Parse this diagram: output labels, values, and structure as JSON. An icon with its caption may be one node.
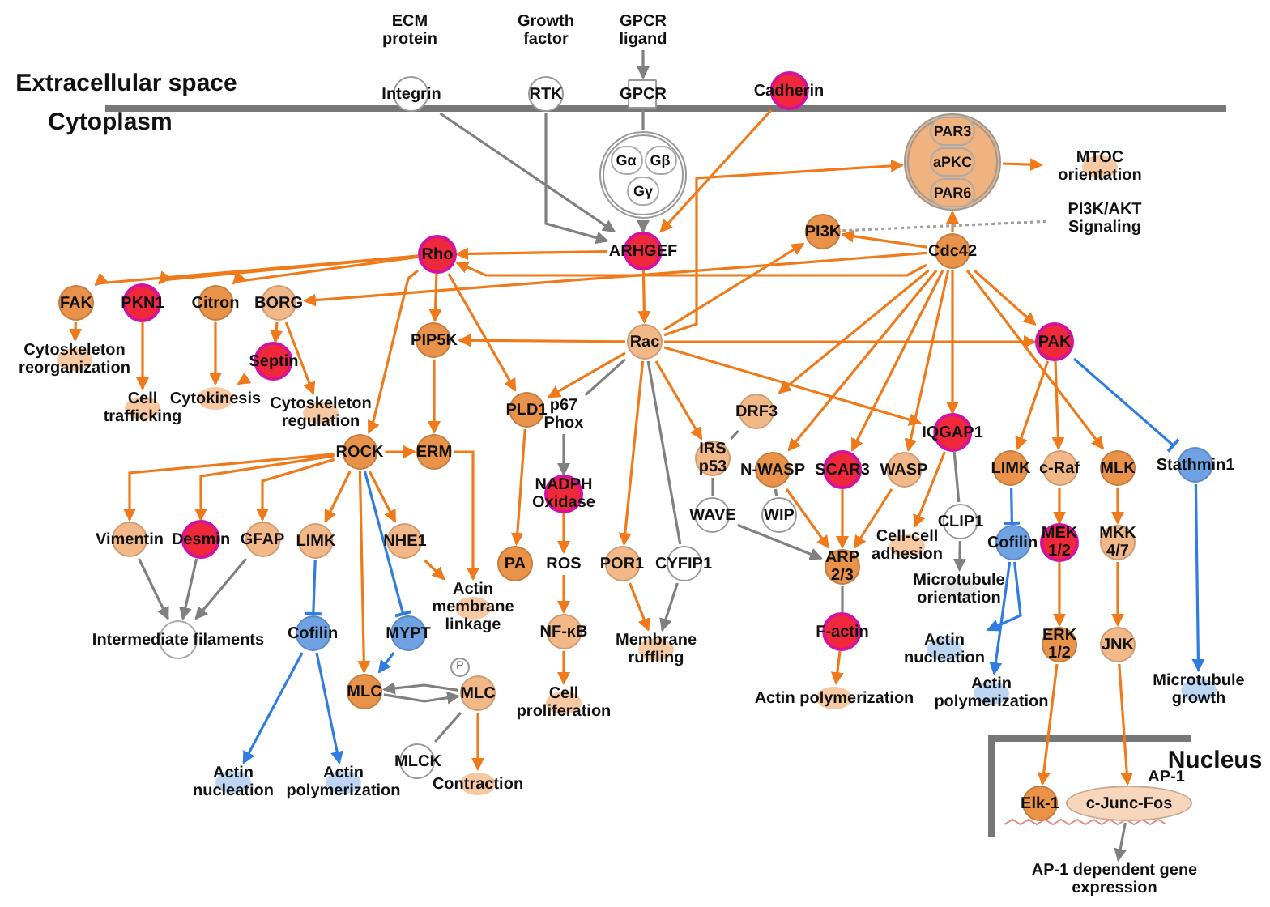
{
  "diagram": {
    "nodes": [
      {
        "text": [
          "Integrin"
        ]
      },
      {
        "text": [
          "RTK"
        ]
      },
      {
        "text": [
          "GPCR ligand"
        ]
      },
      {
        "text": [
          "GPCR"
        ]
      },
      {
        "text": [
          "Cadherin"
        ]
      },
      {
        "text": [
          "Gα",
          "Gβ",
          "Gγ"
        ]
      },
      {
        "text": [
          "ARHGEF"
        ]
      },
      {
        "text": [
          "PAR3",
          "aPKC",
          "PAR6"
        ]
      },
      {
        "text": [
          "MTOC orientation"
        ]
      },
      {
        "text": [
          "PI3K/AKT Signaling"
        ]
      },
      {
        "text": [
          "PI3K"
        ]
      },
      {
        "text": [
          "Cdc42"
        ]
      },
      {
        "text": [
          "Rho"
        ]
      },
      {
        "text": [
          "FAK"
        ]
      },
      {
        "text": [
          "PKN1"
        ]
      },
      {
        "text": [
          "Citron"
        ]
      },
      {
        "text": [
          "BORG"
        ]
      },
      {
        "text": [
          "Cytoskeleton reorganization"
        ]
      },
      {
        "text": [
          "Septin"
        ]
      },
      {
        "text": [
          "Cell trafficking"
        ]
      },
      {
        "text": [
          "Cytokinesis"
        ]
      },
      {
        "text": [
          "Cytoskeleton regulation"
        ]
      },
      {
        "text": [
          "PIP5K"
        ]
      },
      {
        "text": [
          "Rac"
        ]
      },
      {
        "text": [
          "PAK"
        ]
      },
      {
        "text": [
          "PLD1"
        ]
      },
      {
        "text": [
          "p67 Phox"
        ]
      },
      {
        "text": [
          "DRF3"
        ]
      },
      {
        "text": [
          "IQGAP1"
        ]
      },
      {
        "text": [
          "ROCK"
        ]
      },
      {
        "text": [
          "ERM"
        ]
      },
      {
        "text": [
          "IRS p53"
        ]
      },
      {
        "text": [
          "N-WASP"
        ]
      },
      {
        "text": [
          "SCAR3"
        ]
      },
      {
        "text": [
          "WASP"
        ]
      },
      {
        "text": [
          "LIMK"
        ]
      },
      {
        "text": [
          "c-Raf"
        ]
      },
      {
        "text": [
          "MLK"
        ]
      },
      {
        "text": [
          "Stathmin1"
        ]
      },
      {
        "text": [
          "Vimentin"
        ]
      },
      {
        "text": [
          "Desmin"
        ]
      },
      {
        "text": [
          "GFAP"
        ]
      },
      {
        "text": [
          "LIMK"
        ]
      },
      {
        "text": [
          "NHE1"
        ]
      },
      {
        "text": [
          "Actin membrane linkage"
        ]
      },
      {
        "text": [
          "NADPH Oxidase"
        ]
      },
      {
        "text": [
          "WAVE"
        ]
      },
      {
        "text": [
          "WIP"
        ]
      },
      {
        "text": [
          "CLIP1"
        ]
      },
      {
        "text": [
          "Cell-cell adhesion"
        ]
      },
      {
        "text": [
          "Cofilin"
        ]
      },
      {
        "text": [
          "MEK 1/2"
        ]
      },
      {
        "text": [
          "MKK 4/7"
        ]
      },
      {
        "text": [
          "PA"
        ]
      },
      {
        "text": [
          "ROS"
        ]
      },
      {
        "text": [
          "POR1"
        ]
      },
      {
        "text": [
          "CYFIP1"
        ]
      },
      {
        "text": [
          "ARP 2/3"
        ]
      },
      {
        "text": [
          "Intermediate filaments"
        ]
      },
      {
        "text": [
          "Cofilin"
        ]
      },
      {
        "text": [
          "MYPT"
        ]
      },
      {
        "text": [
          "Microtubule orientation"
        ]
      },
      {
        "text": [
          "NF-κB"
        ]
      },
      {
        "text": [
          "F-actin"
        ]
      },
      {
        "text": [
          "Membrane ruffling"
        ]
      },
      {
        "text": [
          "ERK 1/2"
        ]
      },
      {
        "text": [
          "JNK"
        ]
      },
      {
        "text": [
          "Actin nucleation"
        ]
      },
      {
        "text": [
          "MLC"
        ]
      },
      {
        "text": [
          "MLC"
        ]
      },
      {
        "text": [
          "Cell proliferation"
        ]
      },
      {
        "text": [
          "Actin polymerization"
        ]
      },
      {
        "text": [
          "Actin polymerization"
        ]
      },
      {
        "text": [
          "Microtubule growth"
        ]
      },
      {
        "text": [
          "MLCK"
        ]
      },
      {
        "text": [
          "Contraction"
        ]
      },
      {
        "text": [
          "Actin nucleation"
        ]
      },
      {
        "text": [
          "Actin polymerization"
        ]
      },
      {
        "text": [
          "Elk-1"
        ]
      },
      {
        "text": [
          "c-Junc-Fos"
        ],
        "beside": [
          "AP-1"
        ]
      },
      {
        "text": [
          "AP-1 dependent gene expression"
        ]
      }
    ],
    "edges": [
      {
        "from": 0,
        "to": 6,
        "arrow": "to",
        "color": "#808080"
      },
      {
        "from": 1,
        "to": 6,
        "arrow": "to",
        "color": "#808080"
      },
      {
        "from": 2,
        "to": 3,
        "arrow": "to",
        "color": "#808080"
      },
      {
        "from": 3,
        "to": 5,
        "arrow": "none",
        "color": "#808080"
      },
      {
        "from": 5,
        "to": 6,
        "arrow": "to",
        "color": "#808080"
      },
      {
        "from": 4,
        "to": 6,
        "arrow": "to"
      },
      {
        "from": 6,
        "to": 12,
        "arrow": "to"
      },
      {
        "from": 6,
        "to": 23,
        "arrow": "to"
      },
      {
        "from": 23,
        "to": 10,
        "arrow": "to"
      },
      {
        "from": 23,
        "to": 7,
        "arrow": "to"
      },
      {
        "from": 11,
        "to": 10,
        "arrow": "to"
      },
      {
        "from": 11,
        "to": 12,
        "arrow": "to"
      },
      {
        "from": 11,
        "to": 16,
        "arrow": "to"
      },
      {
        "from": 11,
        "to": 7,
        "arrow": "to"
      },
      {
        "from": 7,
        "to": 8,
        "arrow": "to"
      },
      {
        "from": 10,
        "to": 9,
        "arrow": "none",
        "style": "dashed",
        "color": "#a0a0a0"
      },
      {
        "from": 12,
        "to": 13,
        "arrow": "to"
      },
      {
        "from": 12,
        "to": 14,
        "arrow": "to"
      },
      {
        "from": 12,
        "to": 15,
        "arrow": "to"
      },
      {
        "from": 12,
        "to": 22,
        "arrow": "to"
      },
      {
        "from": 12,
        "to": 29,
        "arrow": "to"
      },
      {
        "from": 12,
        "to": 25,
        "arrow": "to"
      },
      {
        "from": 23,
        "to": 22,
        "arrow": "to"
      },
      {
        "from": 23,
        "to": 24,
        "arrow": "to"
      },
      {
        "from": 11,
        "to": 24,
        "arrow": "to"
      },
      {
        "from": 13,
        "to": 17,
        "arrow": "to"
      },
      {
        "from": 14,
        "to": 19,
        "arrow": "to"
      },
      {
        "from": 15,
        "to": 20,
        "arrow": "to"
      },
      {
        "from": 18,
        "to": 20,
        "arrow": "to"
      },
      {
        "from": 16,
        "to": 18,
        "arrow": "to"
      },
      {
        "from": 16,
        "to": 21,
        "arrow": "to"
      },
      {
        "from": 22,
        "to": 30,
        "arrow": "to"
      },
      {
        "from": 23,
        "to": 25,
        "arrow": "to"
      },
      {
        "from": 23,
        "to": 26,
        "arrow": "none",
        "color": "#808080"
      },
      {
        "from": 23,
        "to": 31,
        "arrow": "to"
      },
      {
        "from": 23,
        "to": 55,
        "arrow": "to"
      },
      {
        "from": 23,
        "to": 56,
        "arrow": "none",
        "color": "#808080"
      },
      {
        "from": 23,
        "to": 28,
        "arrow": "to"
      },
      {
        "from": 11,
        "to": 27,
        "arrow": "to"
      },
      {
        "from": 11,
        "to": 32,
        "arrow": "to"
      },
      {
        "from": 11,
        "to": 33,
        "arrow": "to"
      },
      {
        "from": 11,
        "to": 34,
        "arrow": "to"
      },
      {
        "from": 11,
        "to": 28,
        "arrow": "to"
      },
      {
        "from": 11,
        "to": 37,
        "arrow": "to"
      },
      {
        "from": 24,
        "to": 35,
        "arrow": "to"
      },
      {
        "from": 24,
        "to": 36,
        "arrow": "to"
      },
      {
        "from": 24,
        "to": 38,
        "arrow": "other",
        "color": "#2f7de1"
      },
      {
        "from": 29,
        "to": 30,
        "arrow": "to"
      },
      {
        "from": 29,
        "to": 39,
        "arrow": "to"
      },
      {
        "from": 29,
        "to": 40,
        "arrow": "to"
      },
      {
        "from": 29,
        "to": 41,
        "arrow": "to"
      },
      {
        "from": 29,
        "to": 42,
        "arrow": "to"
      },
      {
        "from": 29,
        "to": 43,
        "arrow": "to"
      },
      {
        "from": 29,
        "to": 68,
        "arrow": "to"
      },
      {
        "from": 29,
        "to": 60,
        "arrow": "other",
        "color": "#2f7de1"
      },
      {
        "from": 30,
        "to": 44,
        "arrow": "to"
      },
      {
        "from": 43,
        "to": 44,
        "arrow": "to"
      },
      {
        "from": 27,
        "to": 31,
        "arrow": "none",
        "color": "#808080"
      },
      {
        "from": 31,
        "to": 46,
        "arrow": "none",
        "color": "#808080"
      },
      {
        "from": 46,
        "to": 57,
        "arrow": "to",
        "color": "#808080"
      },
      {
        "from": 32,
        "to": 47,
        "arrow": "none",
        "color": "#808080"
      },
      {
        "from": 32,
        "to": 57,
        "arrow": "to"
      },
      {
        "from": 33,
        "to": 57,
        "arrow": "to"
      },
      {
        "from": 34,
        "to": 57,
        "arrow": "to"
      },
      {
        "from": 57,
        "to": 63,
        "arrow": "none",
        "color": "#808080"
      },
      {
        "from": 63,
        "to": 71,
        "arrow": "to"
      },
      {
        "from": 28,
        "to": 49,
        "arrow": "to"
      },
      {
        "from": 28,
        "to": 48,
        "arrow": "none",
        "color": "#808080"
      },
      {
        "from": 48,
        "to": 61,
        "arrow": "to",
        "color": "#808080"
      },
      {
        "from": 35,
        "to": 50,
        "arrow": "other",
        "color": "#2f7de1"
      },
      {
        "from": 50,
        "to": 67,
        "arrow": "to",
        "color": "#2f7de1"
      },
      {
        "from": 50,
        "to": 72,
        "arrow": "to",
        "color": "#2f7de1"
      },
      {
        "from": 36,
        "to": 51,
        "arrow": "to"
      },
      {
        "from": 51,
        "to": 65,
        "arrow": "to"
      },
      {
        "from": 65,
        "to": 78,
        "arrow": "to"
      },
      {
        "from": 37,
        "to": 52,
        "arrow": "to"
      },
      {
        "from": 52,
        "to": 66,
        "arrow": "to"
      },
      {
        "from": 66,
        "to": 79,
        "arrow": "to"
      },
      {
        "from": 38,
        "to": 73,
        "arrow": "to",
        "color": "#2f7de1"
      },
      {
        "from": 39,
        "to": 58,
        "arrow": "to",
        "color": "#808080"
      },
      {
        "from": 40,
        "to": 58,
        "arrow": "to",
        "color": "#808080"
      },
      {
        "from": 41,
        "to": 58,
        "arrow": "to",
        "color": "#808080"
      },
      {
        "from": 42,
        "to": 59,
        "arrow": "other",
        "color": "#2f7de1"
      },
      {
        "from": 59,
        "to": 76,
        "arrow": "to",
        "color": "#2f7de1"
      },
      {
        "from": 59,
        "to": 77,
        "arrow": "to",
        "color": "#2f7de1"
      },
      {
        "from": 60,
        "to": 68,
        "arrow": "to",
        "color": "#2f7de1"
      },
      {
        "from": 69,
        "to": 68,
        "arrow": "to",
        "color": "#808080"
      },
      {
        "from": 68,
        "to": 69,
        "arrow": "to",
        "color": "#808080"
      },
      {
        "from": 74,
        "to": 69,
        "arrow": "none",
        "color": "#808080"
      },
      {
        "from": 69,
        "to": 75,
        "arrow": "to"
      },
      {
        "from": 25,
        "to": 53,
        "arrow": "to"
      },
      {
        "from": 26,
        "to": 45,
        "arrow": "to",
        "color": "#808080"
      },
      {
        "from": 45,
        "to": 54,
        "arrow": "to"
      },
      {
        "from": 54,
        "to": 62,
        "arrow": "to"
      },
      {
        "from": 62,
        "to": 70,
        "arrow": "to"
      },
      {
        "from": 55,
        "to": 64,
        "arrow": "to"
      },
      {
        "from": 56,
        "to": 64,
        "arrow": "to",
        "color": "#808080"
      },
      {
        "from": 79,
        "to": 80,
        "arrow": "to",
        "color": "#808080"
      }
    ],
    "labels": [
      "ECM protein",
      "Growth factor",
      "Extracellular space",
      "Cytoplasm",
      "P",
      "Nucleus"
    ]
  }
}
